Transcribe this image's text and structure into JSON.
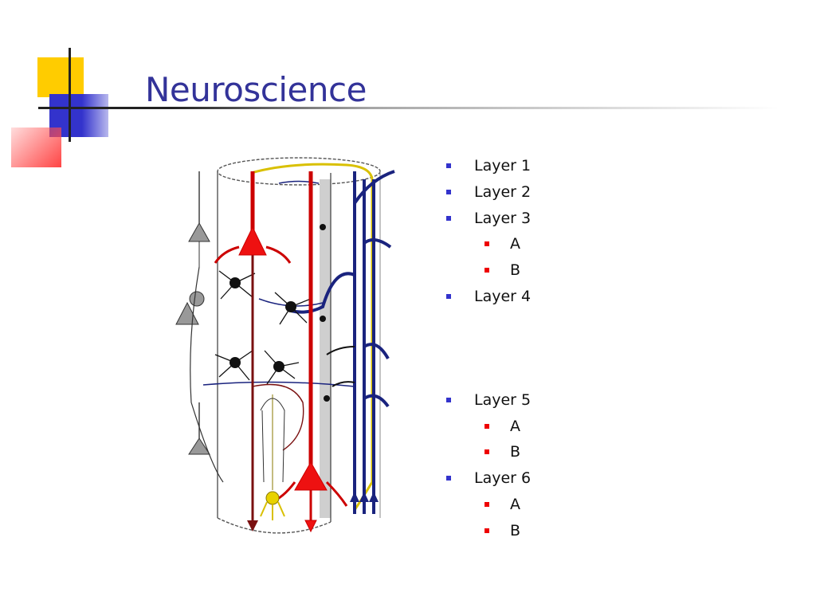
{
  "slide": {
    "title": "Neuroscience",
    "colors": {
      "title": "#333399",
      "level1_marker": "#3333cc",
      "level2_marker": "#ee0000",
      "accent_yellow": "#ffcc00",
      "accent_red": "#ff4444"
    }
  },
  "figure": {
    "icon": "cortical-column-neuron-illustration"
  },
  "bullets": [
    {
      "text": "Layer 1",
      "level": 1
    },
    {
      "text": "Layer 2",
      "level": 1
    },
    {
      "text": "Layer 3",
      "level": 1
    },
    {
      "text": "A",
      "level": 2
    },
    {
      "text": "B",
      "level": 2
    },
    {
      "text": "Layer 4",
      "level": 1
    },
    {
      "text": "Layer 5",
      "level": 1
    },
    {
      "text": "A",
      "level": 2
    },
    {
      "text": "B",
      "level": 2
    },
    {
      "text": "Layer 6",
      "level": 1
    },
    {
      "text": "A",
      "level": 2
    },
    {
      "text": "B",
      "level": 2
    }
  ]
}
